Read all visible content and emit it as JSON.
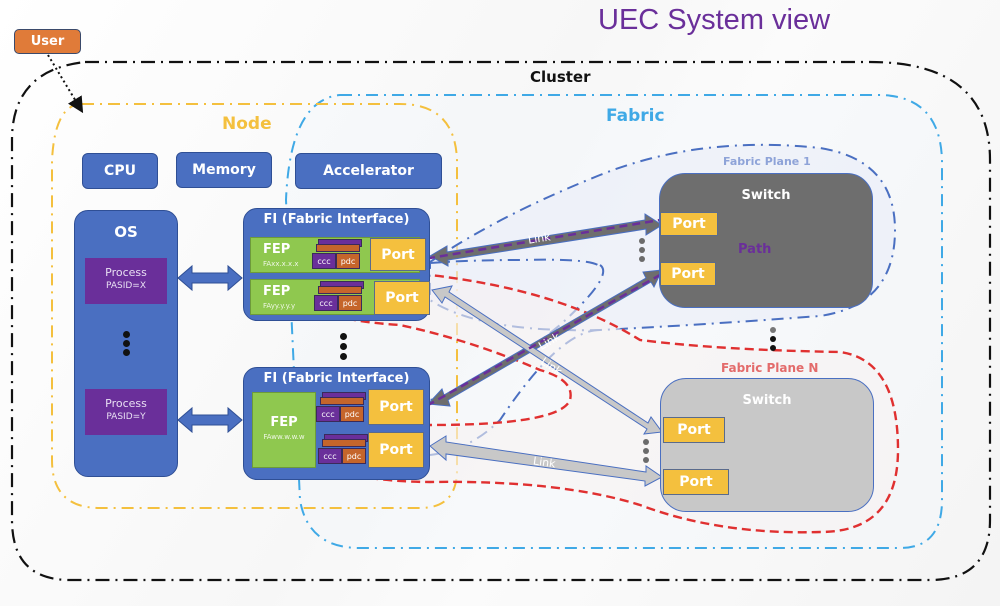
{
  "title": "UEC System view",
  "user": {
    "label": "User"
  },
  "regions": {
    "cluster": {
      "label": "Cluster",
      "color": "#111111"
    },
    "node": {
      "label": "Node",
      "color": "#f4c03e"
    },
    "fabric": {
      "label": "Fabric",
      "color": "#3fa9e6"
    },
    "fabric_plane_1": {
      "label": "Fabric Plane 1",
      "color": "#4a6fc1"
    },
    "fabric_plane_n": {
      "label": "Fabric Plane N",
      "color": "#e03030"
    }
  },
  "node": {
    "cpu": "CPU",
    "memory": "Memory",
    "accelerator": "Accelerator",
    "os": {
      "label": "OS",
      "processes": [
        {
          "label": "Process",
          "pasid": "PASID=X"
        },
        {
          "label": "Process",
          "pasid": "PASID=Y"
        }
      ]
    },
    "fabric_interfaces": [
      {
        "label": "FI (Fabric Interface)",
        "feps": [
          {
            "label": "FEP",
            "address": "FAxx.x.x.x"
          },
          {
            "label": "FEP",
            "address": "FAyy.y.y.y"
          }
        ],
        "ports": [
          "Port",
          "Port"
        ]
      },
      {
        "label": "FI (Fabric Interface)",
        "feps": [
          {
            "label": "FEP",
            "address": "FAww.w.w.w"
          }
        ],
        "ports": [
          "Port",
          "Port"
        ]
      }
    ],
    "ccc_label": "ccc",
    "pdc_label": "pdc"
  },
  "switches": [
    {
      "plane": "Fabric Plane 1",
      "label": "Switch",
      "ports": [
        "Port",
        "Port"
      ],
      "path_label": "Path",
      "color": "#6e6e6e"
    },
    {
      "plane": "Fabric Plane N",
      "label": "Switch",
      "ports": [
        "Port",
        "Port"
      ],
      "color": "#c8c8c8"
    }
  ],
  "links": [
    "Link",
    "Link",
    "Link",
    "Link"
  ],
  "colors": {
    "component_blue": "#4a6fc1",
    "process_purple": "#6a2f9a",
    "fep_green": "#8fc84f",
    "port_yellow": "#f4c03e",
    "pdc_orange": "#c5652b",
    "user_orange": "#e07b39",
    "path_purple": "#6a2f9a"
  }
}
